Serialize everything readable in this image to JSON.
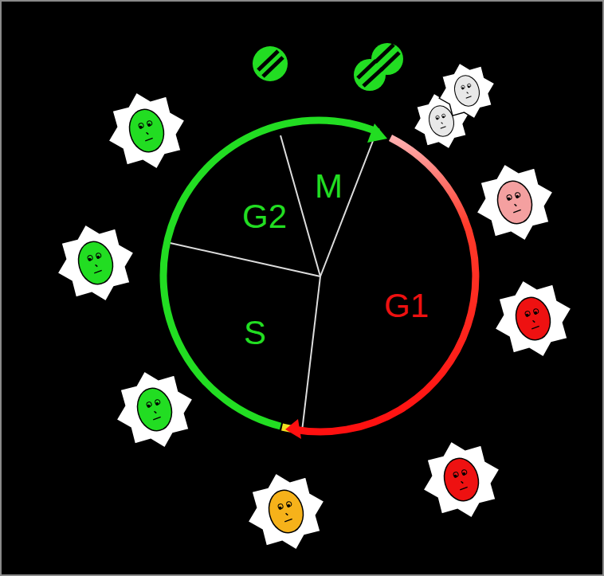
{
  "diagram": {
    "labels": [
      "M",
      "G2",
      "S",
      "G1"
    ]
  }
}
